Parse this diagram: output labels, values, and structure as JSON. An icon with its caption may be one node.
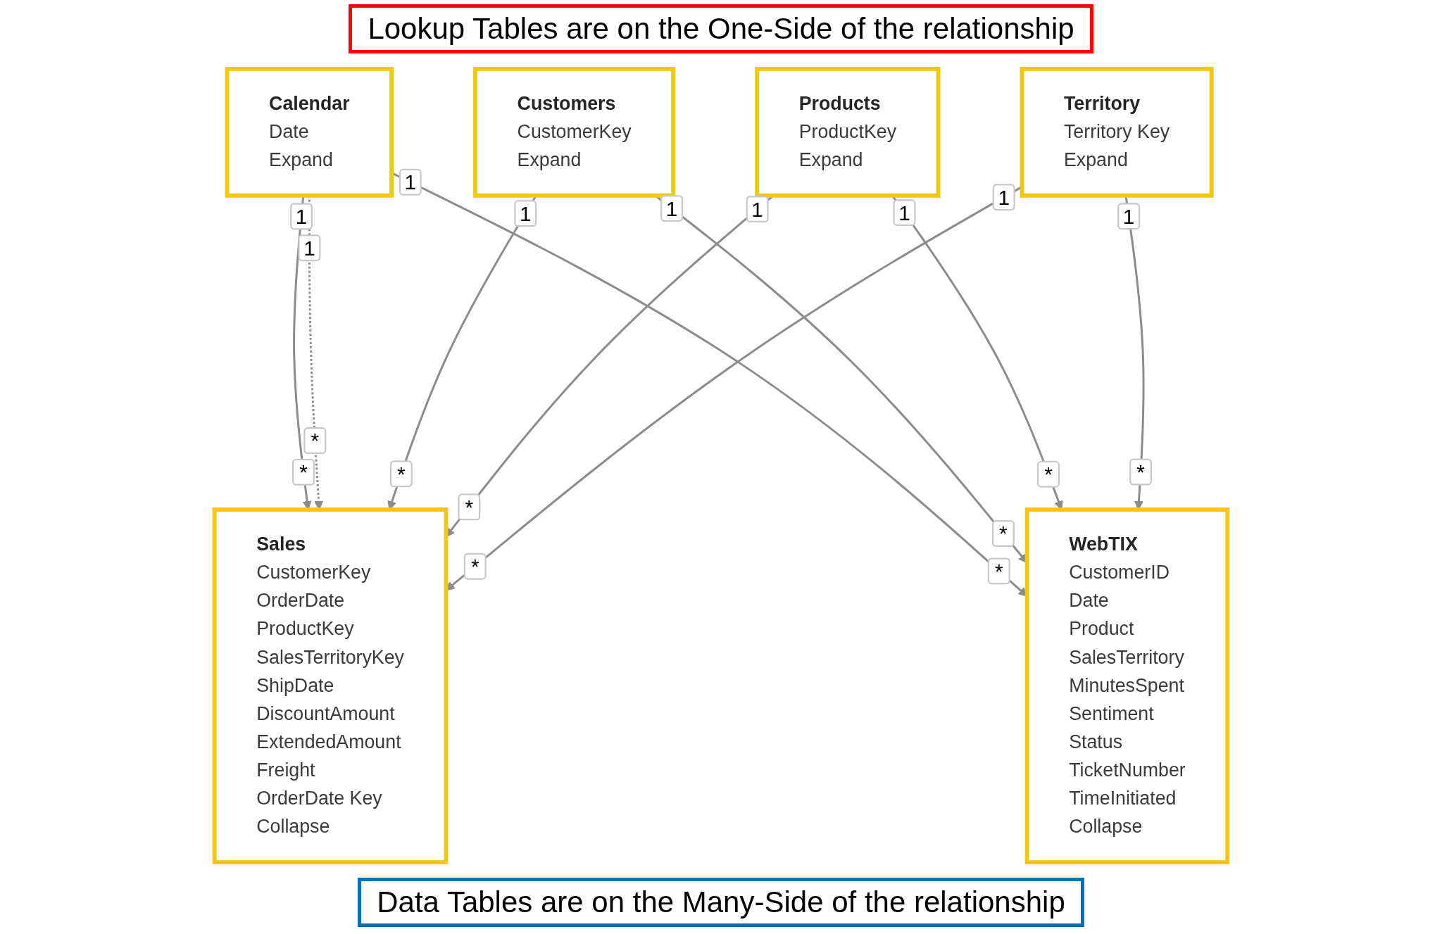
{
  "diagram": {
    "title": "Lookup Tables are on the One-Side of the relationship",
    "caption": "Data Tables are on the Many-Side of the relationship",
    "nodes": [
      {
        "text": [
          "Calendar",
          "Date",
          "Expand"
        ]
      },
      {
        "text": [
          "Customers",
          "CustomerKey",
          "Expand"
        ]
      },
      {
        "text": [
          "Products",
          "ProductKey",
          "Expand"
        ]
      },
      {
        "text": [
          "Territory",
          "Territory Key",
          "Expand"
        ]
      },
      {
        "text": [
          "Sales",
          "CustomerKey",
          "OrderDate",
          "ProductKey",
          "SalesTerritoryKey",
          "ShipDate",
          "DiscountAmount",
          "ExtendedAmount",
          "Freight",
          "OrderDate Key",
          "Collapse"
        ]
      },
      {
        "text": [
          "WebTIX",
          "CustomerID",
          "Date",
          "Product",
          "SalesTerritory",
          "MinutesSpent",
          "Sentiment",
          "Status",
          "TicketNumber",
          "TimeInitiated",
          "Collapse"
        ]
      }
    ],
    "edges": [
      {
        "from": 0,
        "to": 4,
        "arrow": "to"
      },
      {
        "from": 0,
        "to": 4,
        "arrow": "to",
        "style": "dashed"
      },
      {
        "from": 0,
        "to": 5,
        "arrow": "to"
      },
      {
        "from": 1,
        "to": 4,
        "arrow": "to"
      },
      {
        "from": 1,
        "to": 5,
        "arrow": "to"
      },
      {
        "from": 2,
        "to": 4,
        "arrow": "to"
      },
      {
        "from": 2,
        "to": 5,
        "arrow": "to"
      },
      {
        "from": 3,
        "to": 4,
        "arrow": "to"
      },
      {
        "from": 3,
        "to": 5,
        "arrow": "to"
      }
    ],
    "labels": [
      "1",
      "1",
      "1",
      "1",
      "1",
      "1",
      "1",
      "1",
      "1",
      "*",
      "*",
      "*",
      "*",
      "*",
      "*",
      "*",
      "*",
      "*"
    ]
  }
}
